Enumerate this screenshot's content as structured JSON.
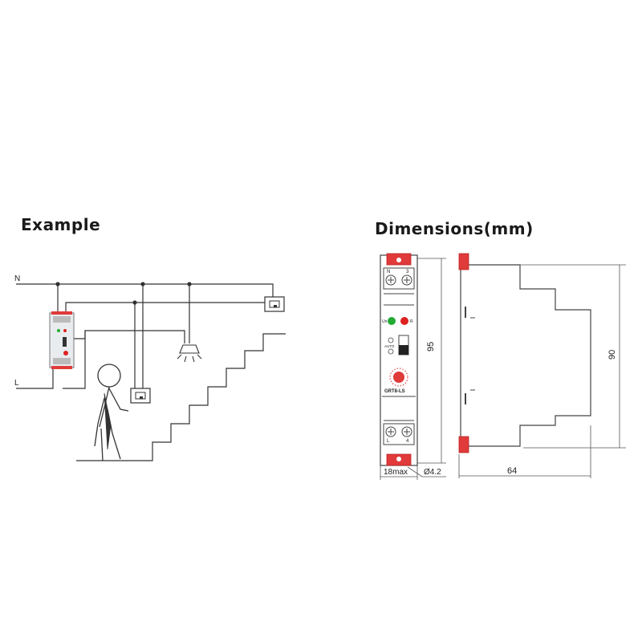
{
  "example": {
    "heading": "Example",
    "wire_labels": {
      "neutral": "N",
      "line": "L"
    }
  },
  "dimensions": {
    "heading": "Dimensions(mm)",
    "front_view": {
      "terminal_top": [
        "N",
        "3"
      ],
      "terminal_bottom": [
        "L",
        "4"
      ],
      "led_labels": [
        "Un",
        "R"
      ],
      "switch_label": "AUTO",
      "model": "GRT8-LS",
      "height_label": "95",
      "width_label": "18max",
      "hole_label": "Ø4.2"
    },
    "side_view": {
      "height_label": "90",
      "depth_label": "64"
    }
  },
  "colors": {
    "line": "#333333",
    "clip_red": "#e03a3a",
    "led_green": "#22aa33",
    "led_red": "#dd2222"
  }
}
